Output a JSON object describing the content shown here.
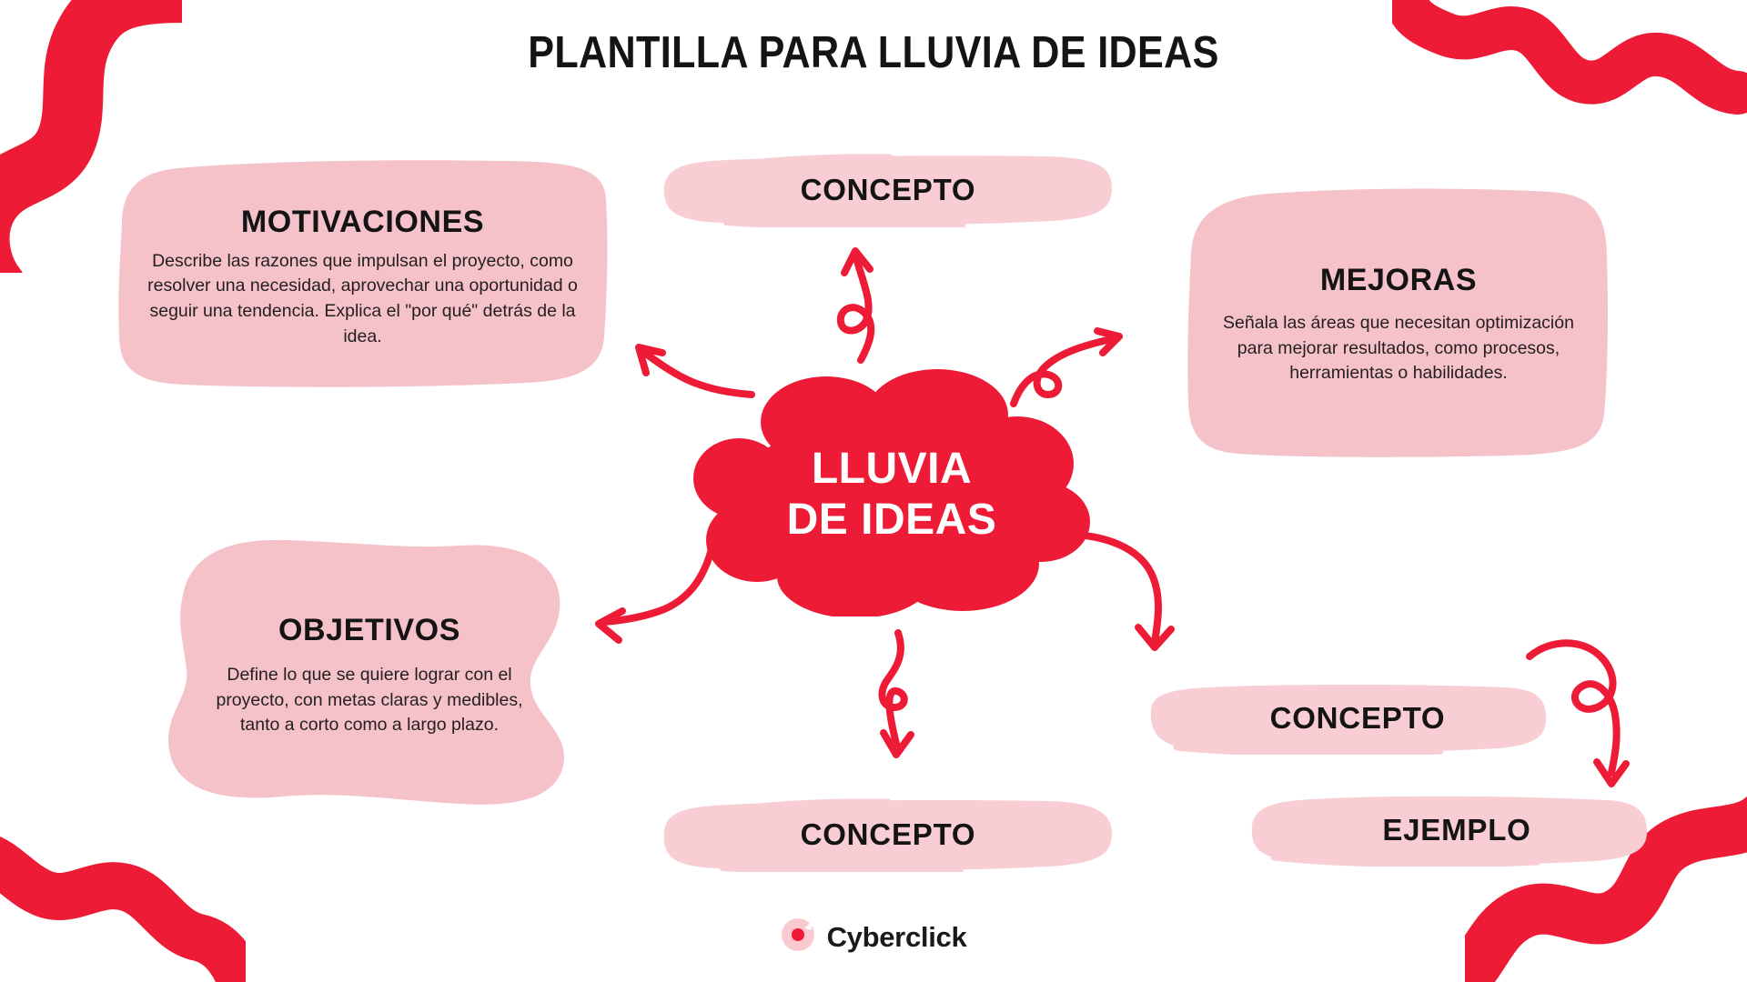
{
  "page": {
    "title": "PLANTILLA PARA LLUVIA DE IDEAS",
    "background": "#ffffff"
  },
  "colors": {
    "red": "#ED1B35",
    "pink": "#F6C2C9",
    "pink_light": "#F8CDD3",
    "text_dark": "#141414",
    "body_text": "#231f20",
    "white": "#ffffff"
  },
  "center": {
    "line1": "LLUVIA",
    "line2": "DE IDEAS"
  },
  "cards": [
    {
      "id": "motivaciones",
      "title": "MOTIVACIONES",
      "body": "Describe las razones que impulsan el proyecto, como resolver una necesidad, aprovechar una oportunidad o seguir una tendencia. Explica el \"por qué\" detrás de la idea."
    },
    {
      "id": "mejoras",
      "title": "MEJORAS",
      "body": "Señala las áreas que necesitan optimización para mejorar resultados, como procesos, herramientas o habilidades."
    },
    {
      "id": "objetivos",
      "title": "OBJETIVOS",
      "body": "Define lo que se quiere lograr con el proyecto, con metas claras y medibles, tanto a corto como a largo plazo."
    }
  ],
  "pills": [
    {
      "id": "concepto-top",
      "label": "CONCEPTO"
    },
    {
      "id": "concepto-bottom",
      "label": "CONCEPTO"
    },
    {
      "id": "concepto-right",
      "label": "CONCEPTO"
    },
    {
      "id": "ejemplo",
      "label": "EJEMPLO"
    }
  ],
  "footer": {
    "brand": "Cyberclick"
  }
}
